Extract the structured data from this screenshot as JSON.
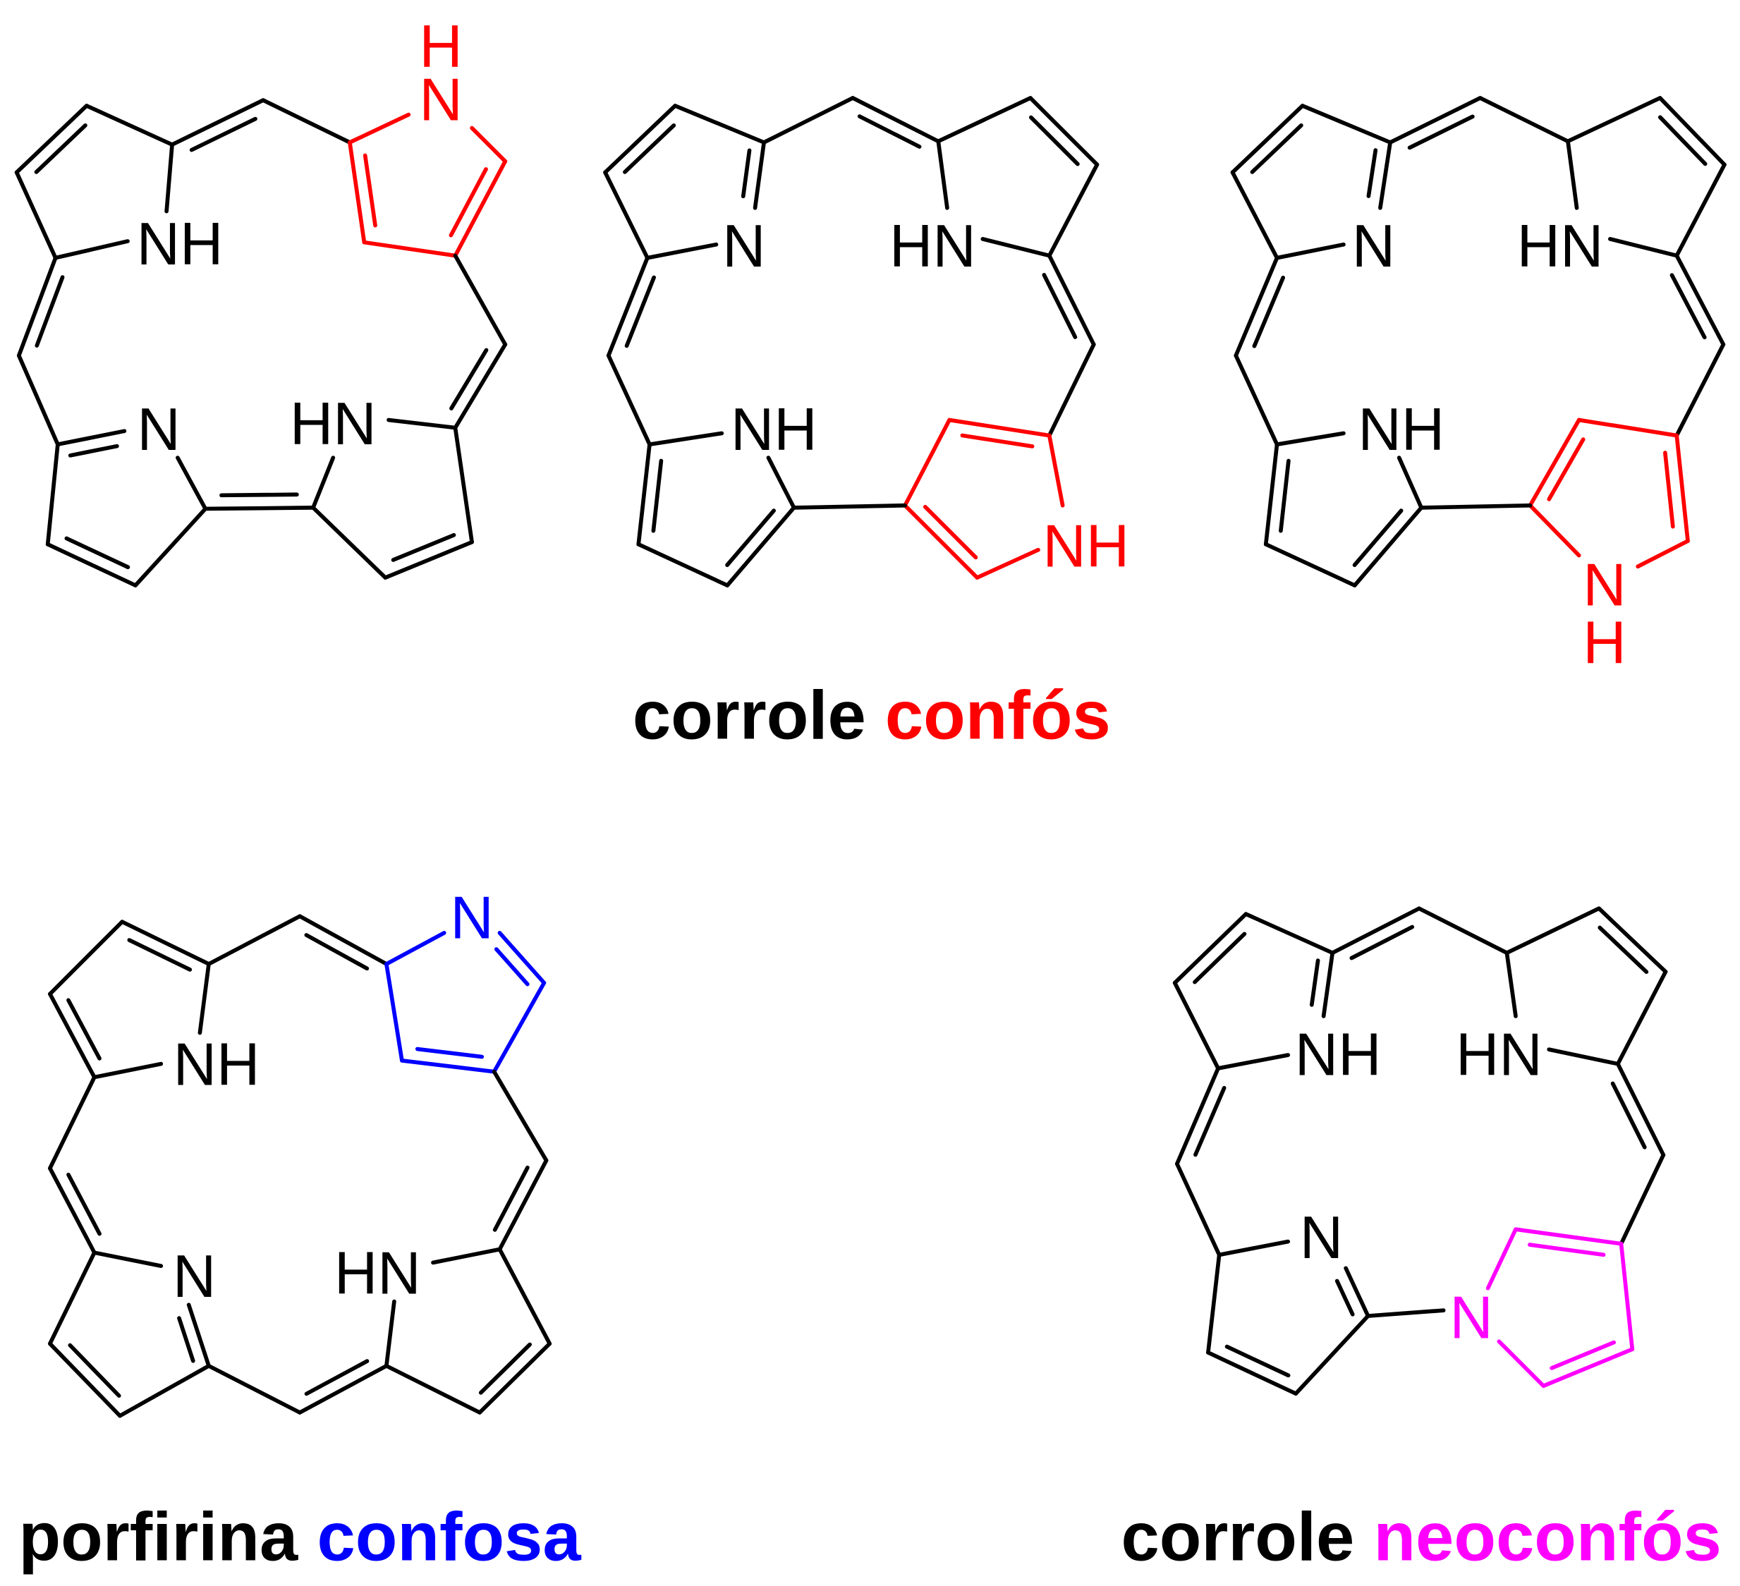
{
  "colors": {
    "bond": "#000000",
    "confused_corrole": "#ff0000",
    "confused_porphyrin": "#0000ff",
    "neoconfused_corrole": "#ff00ff"
  },
  "structures": [
    {
      "atoms": [
        "NH",
        "N",
        "HN",
        "N",
        "H"
      ]
    },
    {
      "atoms": [
        "N",
        "HN",
        "NH",
        "NH"
      ]
    },
    {
      "atoms": [
        "N",
        "HN",
        "NH",
        "N",
        "H"
      ]
    },
    {
      "atoms": [
        "NH",
        "N",
        "HN",
        "N"
      ]
    },
    {
      "atoms": [
        "NH",
        "HN",
        "N",
        "N"
      ]
    }
  ],
  "captions": {
    "corrole_confos": {
      "prefix": "corrole",
      "suffix": "confós"
    },
    "porfirina_confosa": {
      "prefix": "porfirina",
      "suffix": "confosa"
    },
    "corrole_neoconfos": {
      "prefix": "corrole",
      "suffix": "neoconfós"
    }
  }
}
